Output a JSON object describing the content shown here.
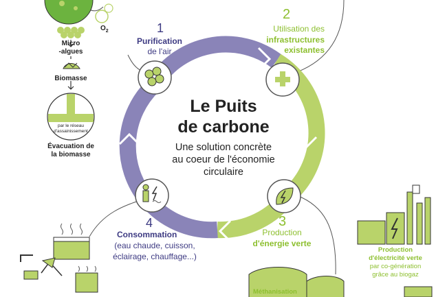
{
  "colors": {
    "purple": "#8a84b8",
    "purple_text": "#3d3a82",
    "green": "#b9d36a",
    "green_text": "#8dbf2f",
    "dark": "#222222"
  },
  "center": {
    "title_line1": "Le Puits",
    "title_line2": "de carbone",
    "subtitle_line1": "Une solution concrète",
    "subtitle_line2": "au coeur de l'économie",
    "subtitle_line3": "circulaire"
  },
  "steps": [
    {
      "number": "1",
      "line1": "Purification",
      "line2": "de l'air",
      "icon": "algae-icon"
    },
    {
      "number": "2",
      "line1": "Utilisation des",
      "line2": "infrastructures",
      "line3": "existantes",
      "icon": "pipe-icon"
    },
    {
      "number": "3",
      "line1": "Production",
      "line2": "d'énergie verte",
      "icon": "leaf-bolt-icon"
    },
    {
      "number": "4",
      "line1": "Consommation",
      "line2": "(eau chaude, cuisson,",
      "line3": "éclairage, chauffage...)",
      "icon": "person-bolt-icon"
    }
  ],
  "left_column": {
    "o2": "O",
    "o2_sub": "2",
    "micro_line1": "Micro",
    "micro_line2": "-algues",
    "biomasse": "Biomasse",
    "network_line1": "par le réseau",
    "network_line2": "d'assainissement",
    "evac_line1": "Évacuation de",
    "evac_line2": "la biomasse"
  },
  "right_panel": {
    "title_line1": "Production",
    "title_line2": "d'électricité verte",
    "detail_line1": "par co-génération",
    "detail_line2": "grâce au biogaz"
  },
  "bottom": {
    "methanisation": "Méthanisation"
  }
}
